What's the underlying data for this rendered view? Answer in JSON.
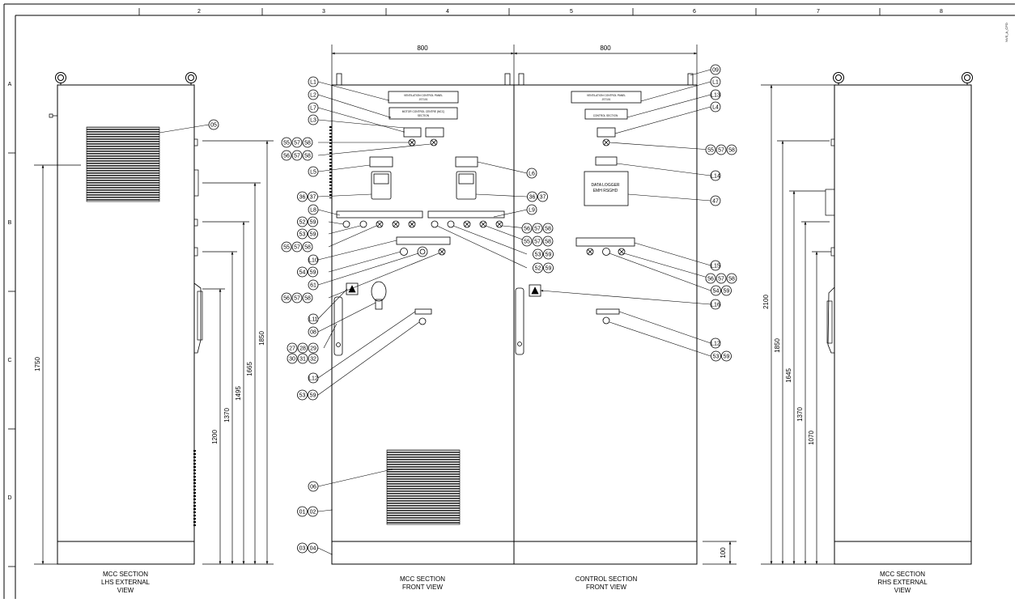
{
  "title_block": {
    "columns": [
      "2",
      "3",
      "4",
      "5",
      "6",
      "7",
      "8"
    ],
    "rows": [
      "A",
      "B",
      "C",
      "D"
    ],
    "drawing_ref": "NVS_A_CFO"
  },
  "dimensions": {
    "panel_width_left": "800",
    "panel_width_right": "800",
    "lhs": [
      "1750",
      "1200",
      "1370",
      "1495",
      "1665",
      "1850"
    ],
    "rhs": [
      "2100",
      "1850",
      "1645",
      "1370",
      "1070"
    ],
    "plinth": "100"
  },
  "views": {
    "lhs": [
      "MCC SECTION",
      "LHS EXTERNAL",
      "VIEW"
    ],
    "mcc_front": [
      "MCC SECTION",
      "FRONT VIEW"
    ],
    "control_front": [
      "CONTROL SECTION",
      "FRONT VIEW"
    ],
    "rhs": [
      "MCC SECTION",
      "RHS EXTERNAL",
      "VIEW"
    ]
  },
  "labels": {
    "vcp1": "VENTILATION CONTROL PANEL",
    "vcp2": "JS7101",
    "mcc1": "MOTOR CONTROL CENTRE (MCC)",
    "mcc2": "SECTION",
    "cs": "CONTROL SECTION",
    "dl1": "DATA LOGGER",
    "dl2": "EMH RSGHD"
  },
  "balloons": {
    "left": [
      [
        "L1"
      ],
      [
        "L2"
      ],
      [
        "L7"
      ],
      [
        "L3"
      ],
      [
        "55",
        "57",
        "58"
      ],
      [
        "56",
        "57",
        "58"
      ],
      [
        "L5"
      ],
      [
        "36",
        "37"
      ],
      [
        "L8"
      ],
      [
        "52",
        "59"
      ],
      [
        "53",
        "59"
      ],
      [
        "55",
        "57",
        "58"
      ],
      [
        "L10"
      ],
      [
        "54",
        "59"
      ],
      [
        "61"
      ],
      [
        "56",
        "57",
        "58"
      ],
      [
        "L11"
      ],
      [
        "08"
      ],
      [
        "27",
        "28",
        "29"
      ],
      [
        "30",
        "31",
        "32"
      ],
      [
        "L12"
      ],
      [
        "53",
        "59"
      ],
      [
        "06"
      ],
      [
        "01",
        "02"
      ],
      [
        "03",
        "04"
      ],
      [
        "05"
      ]
    ],
    "mid": [
      [
        "L6"
      ],
      [
        "36",
        "37"
      ],
      [
        "L9"
      ],
      [
        "56",
        "57",
        "58"
      ],
      [
        "55",
        "57",
        "58"
      ],
      [
        "53",
        "59"
      ],
      [
        "52",
        "59"
      ]
    ],
    "right": [
      [
        "09"
      ],
      [
        "L1"
      ],
      [
        "L13"
      ],
      [
        "L4"
      ],
      [
        "55",
        "57",
        "58"
      ],
      [
        "L14"
      ],
      [
        "47"
      ],
      [
        "L15"
      ],
      [
        "56",
        "57",
        "58"
      ],
      [
        "54",
        "59"
      ],
      [
        "L16"
      ],
      [
        "L12"
      ],
      [
        "53",
        "59"
      ]
    ]
  }
}
